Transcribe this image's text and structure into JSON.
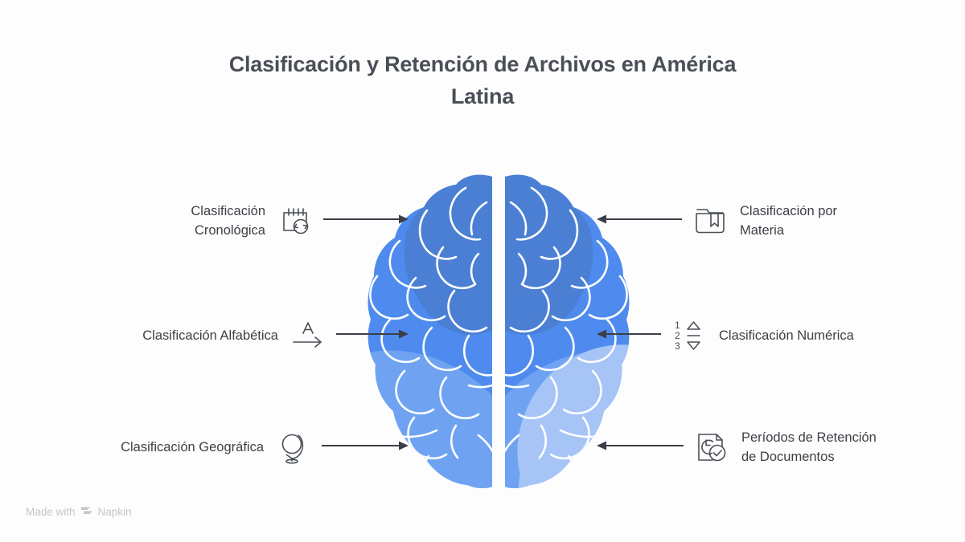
{
  "title": {
    "line1": "Clasificación y Retención de Archivos en América",
    "line2": "Latina"
  },
  "colors": {
    "background": "#fdfdfd",
    "title_text": "#4a4f57",
    "label_text": "#3d4147",
    "arrow": "#3a3f47",
    "icon_stroke": "#4a4f57",
    "brain_dark": "#4a7fd4",
    "brain_mid": "#4f8bee",
    "brain_light": "#6fa3f2",
    "brain_lighter": "#a7c4f7",
    "watermark_text": "#c3c6ca"
  },
  "left_items": [
    {
      "label": "Clasificación\nCronológica",
      "icon": "calendar-refresh-icon",
      "arrow": "arrow-right-icon"
    },
    {
      "label": "Clasificación Alfabética",
      "icon": "sort-alphabetical-icon",
      "arrow": "arrow-right-icon"
    },
    {
      "label": "Clasificación Geográfica",
      "icon": "globe-icon",
      "arrow": "arrow-right-icon"
    }
  ],
  "right_items": [
    {
      "label": "Clasificación por\nMateria",
      "icon": "folder-bookmark-icon",
      "arrow": "arrow-left-icon"
    },
    {
      "label": "Clasificación Numérica",
      "icon": "sort-numeric-icon",
      "arrow": "arrow-left-icon",
      "digits": [
        "1",
        "2",
        "3"
      ]
    },
    {
      "label": "Períodos de Retención\nde Documentos",
      "icon": "document-clock-check-icon",
      "arrow": "arrow-left-icon"
    }
  ],
  "center": {
    "graphic": "brain-illustration"
  },
  "watermark": {
    "prefix": "Made with",
    "brand": "Napkin",
    "logo": "napkin-logo-icon"
  }
}
